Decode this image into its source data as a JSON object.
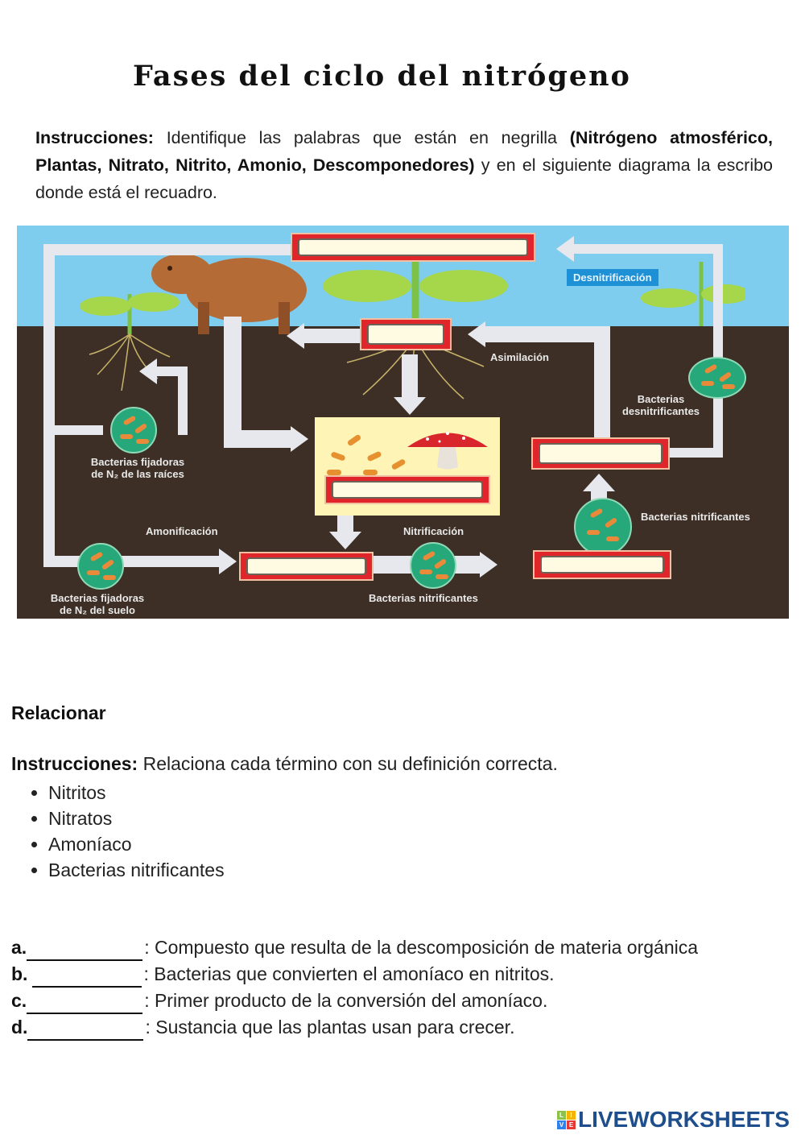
{
  "title": "Fases del ciclo del nitrógeno",
  "instructions": {
    "label": "Instrucciones:",
    "text_before": " Identifique las palabras que están en negrilla ",
    "bold_terms": "(Nitrógeno atmosférico, Plantas, Nitrato, Nitrito, Amonio, Descomponedores)",
    "text_after": " y en el siguiente diagrama la escribo donde está el recuadro."
  },
  "diagram": {
    "labels": {
      "denitrification": "Desnitrificación",
      "assimilation": "Asimilación",
      "denitrifying_bacteria": "Bacterias desnitrificantes",
      "root_fixing_bacteria_1": "Bacterias fijadoras",
      "root_fixing_bacteria_2": "de N₂ de las raíces",
      "ammonification": "Amonificación",
      "nitrification": "Nitrificación",
      "nitrifying_bacteria_right": "Bacterias nitrificantes",
      "nitrifying_bacteria_bottom": "Bacterias nitrificantes",
      "soil_fixing_bacteria_1": "Bacterias fijadoras",
      "soil_fixing_bacteria_2": "de N₂ del suelo"
    },
    "answer_boxes": [
      {
        "id": "atmospheric-nitrogen",
        "value": ""
      },
      {
        "id": "plants",
        "value": ""
      },
      {
        "id": "decomposers",
        "value": ""
      },
      {
        "id": "ammonium",
        "value": ""
      },
      {
        "id": "nitrite",
        "value": ""
      },
      {
        "id": "nitrate",
        "value": ""
      }
    ]
  },
  "relate": {
    "title": "Relacionar",
    "instructions_label": "Instrucciones:",
    "instructions_text": " Relaciona cada término con su definición correcta.",
    "terms": [
      "Nitritos",
      "Nitratos",
      "Amoníaco",
      "Bacterias nitrificantes"
    ],
    "definitions": [
      {
        "letter": "a.",
        "answer": "",
        "text": ": Compuesto que resulta de la descomposición de materia orgánica"
      },
      {
        "letter": "b.",
        "answer": "",
        "text": ": Bacterias que convierten el amoníaco en nitritos."
      },
      {
        "letter": "c.",
        "answer": "",
        "text": ": Primer producto de la conversión del amoníaco."
      },
      {
        "letter": "d.",
        "answer": "",
        "text": ": Sustancia que las plantas usan para crecer."
      }
    ]
  },
  "footer": {
    "logo_letters": [
      "L",
      "I",
      "V",
      "E"
    ],
    "logo_colors": [
      "#8bc34a",
      "#f5b400",
      "#2f80ed",
      "#e53935"
    ],
    "brand": "LIVEWORKSHEETS"
  }
}
